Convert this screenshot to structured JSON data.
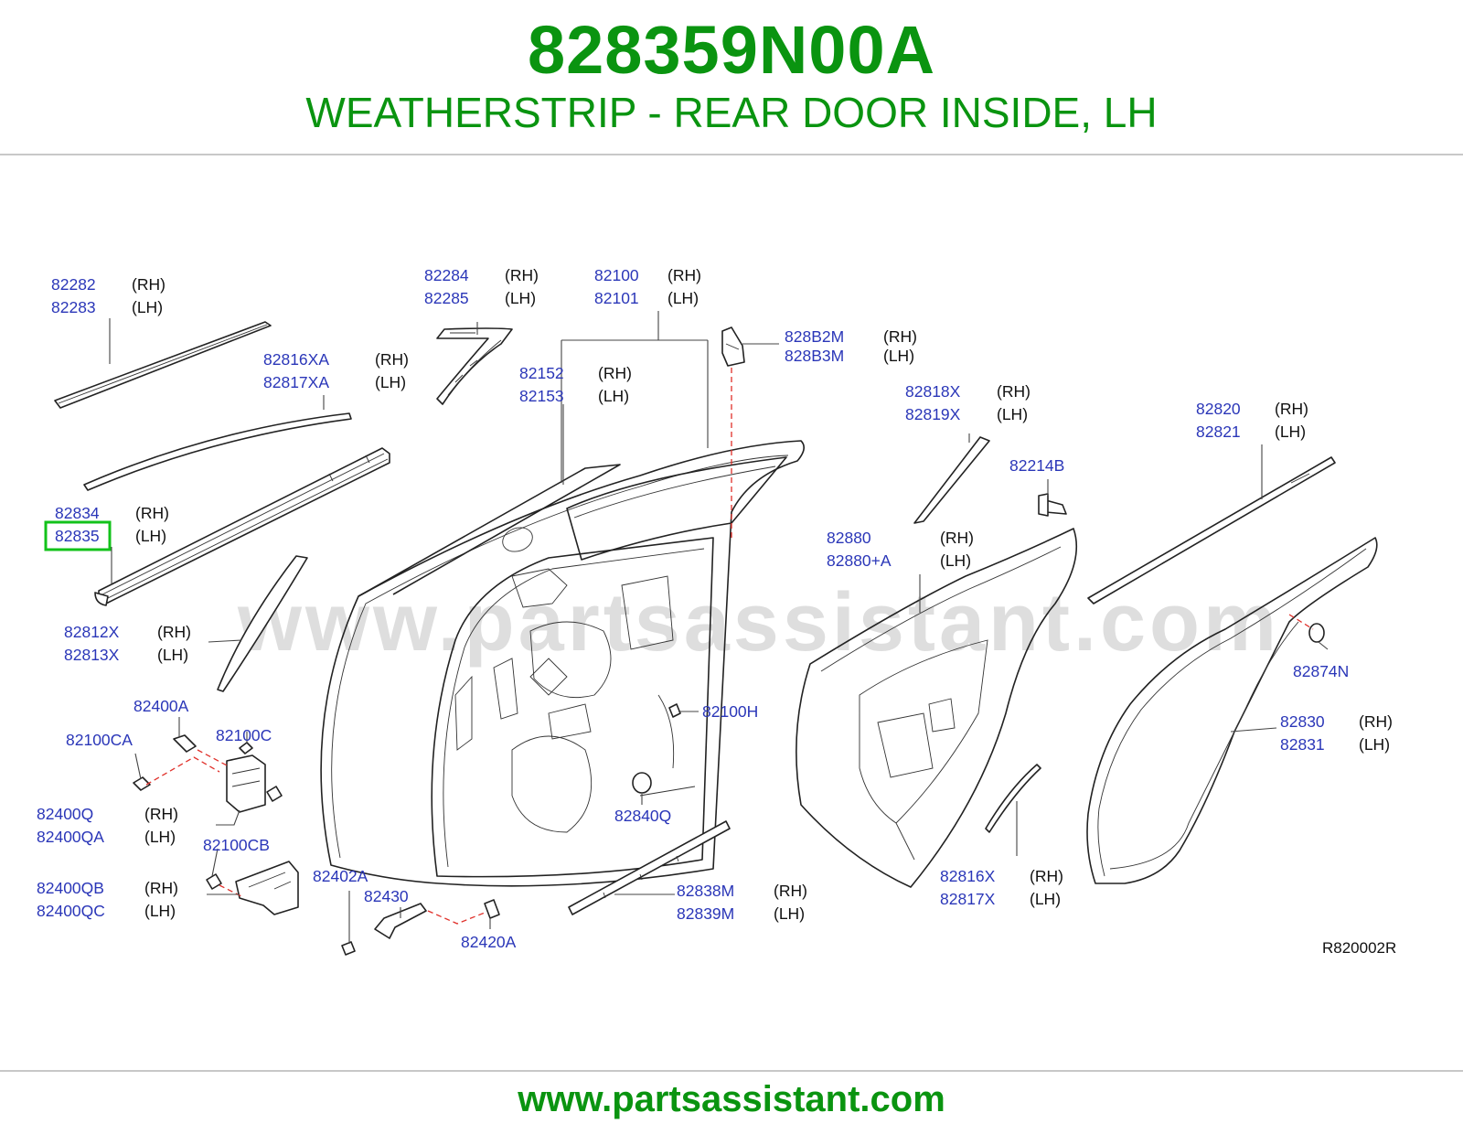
{
  "header": {
    "part_number": "828359N00A",
    "description": "WEATHERSTRIP - REAR DOOR INSIDE, LH"
  },
  "watermark": "www.partsassistant.com",
  "footer": {
    "url": "www.partsassistant.com"
  },
  "diagram": {
    "ref_code": "R820002R",
    "highlighted_part": "82835",
    "callouts": [
      {
        "id": "82282-82283",
        "parts": [
          {
            "num": "82282",
            "side": "(RH)"
          },
          {
            "num": "82283",
            "side": "(LH)"
          }
        ]
      },
      {
        "id": "82284-82285",
        "parts": [
          {
            "num": "82284",
            "side": "(RH)"
          },
          {
            "num": "82285",
            "side": "(LH)"
          }
        ]
      },
      {
        "id": "82100-82101",
        "parts": [
          {
            "num": "82100",
            "side": "(RH)"
          },
          {
            "num": "82101",
            "side": "(LH)"
          }
        ]
      },
      {
        "id": "828B2M-828B3M",
        "parts": [
          {
            "num": "828B2M",
            "side": "(RH)"
          },
          {
            "num": "828B3M",
            "side": "(LH)"
          }
        ]
      },
      {
        "id": "82816XA-82817XA",
        "parts": [
          {
            "num": "82816XA",
            "side": "(RH)"
          },
          {
            "num": "82817XA",
            "side": "(LH)"
          }
        ]
      },
      {
        "id": "82152-82153",
        "parts": [
          {
            "num": "82152",
            "side": "(RH)"
          },
          {
            "num": "82153",
            "side": "(LH)"
          }
        ]
      },
      {
        "id": "82818X-82819X",
        "parts": [
          {
            "num": "82818X",
            "side": "(RH)"
          },
          {
            "num": "82819X",
            "side": "(LH)"
          }
        ]
      },
      {
        "id": "82820-82821",
        "parts": [
          {
            "num": "82820",
            "side": "(RH)"
          },
          {
            "num": "82821",
            "side": "(LH)"
          }
        ]
      },
      {
        "id": "82214B",
        "parts": [
          {
            "num": "82214B",
            "side": ""
          }
        ]
      },
      {
        "id": "82834-82835",
        "parts": [
          {
            "num": "82834",
            "side": "(RH)"
          },
          {
            "num": "82835",
            "side": "(LH)"
          }
        ]
      },
      {
        "id": "82880",
        "parts": [
          {
            "num": "82880",
            "side": "(RH)"
          },
          {
            "num": "82880+A",
            "side": "(LH)"
          }
        ]
      },
      {
        "id": "82812X-82813X",
        "parts": [
          {
            "num": "82812X",
            "side": "(RH)"
          },
          {
            "num": "82813X",
            "side": "(LH)"
          }
        ]
      },
      {
        "id": "82874N",
        "parts": [
          {
            "num": "82874N",
            "side": ""
          }
        ]
      },
      {
        "id": "82400A",
        "parts": [
          {
            "num": "82400A",
            "side": ""
          }
        ]
      },
      {
        "id": "82100H",
        "parts": [
          {
            "num": "82100H",
            "side": ""
          }
        ]
      },
      {
        "id": "82100CA",
        "parts": [
          {
            "num": "82100CA",
            "side": ""
          }
        ]
      },
      {
        "id": "82100C",
        "parts": [
          {
            "num": "82100C",
            "side": ""
          }
        ]
      },
      {
        "id": "82830-82831",
        "parts": [
          {
            "num": "82830",
            "side": "(RH)"
          },
          {
            "num": "82831",
            "side": "(LH)"
          }
        ]
      },
      {
        "id": "82840Q",
        "parts": [
          {
            "num": "82840Q",
            "side": ""
          }
        ]
      },
      {
        "id": "82400Q-82400QA",
        "parts": [
          {
            "num": "82400Q",
            "side": "(RH)"
          },
          {
            "num": "82400QA",
            "side": "(LH)"
          }
        ]
      },
      {
        "id": "82100CB",
        "parts": [
          {
            "num": "82100CB",
            "side": ""
          }
        ]
      },
      {
        "id": "82402A",
        "parts": [
          {
            "num": "82402A",
            "side": ""
          }
        ]
      },
      {
        "id": "82816X-82817X",
        "parts": [
          {
            "num": "82816X",
            "side": "(RH)"
          },
          {
            "num": "82817X",
            "side": "(LH)"
          }
        ]
      },
      {
        "id": "82400QB-82400QC",
        "parts": [
          {
            "num": "82400QB",
            "side": "(RH)"
          },
          {
            "num": "82400QC",
            "side": "(LH)"
          }
        ]
      },
      {
        "id": "82430",
        "parts": [
          {
            "num": "82430",
            "side": ""
          }
        ]
      },
      {
        "id": "82838M-82839M",
        "parts": [
          {
            "num": "82838M",
            "side": "(RH)"
          },
          {
            "num": "82839M",
            "side": "(LH)"
          }
        ]
      },
      {
        "id": "82420A",
        "parts": [
          {
            "num": "82420A",
            "side": ""
          }
        ]
      }
    ]
  }
}
